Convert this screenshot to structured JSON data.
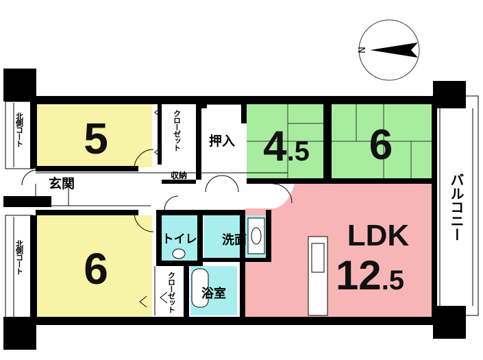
{
  "compass": {
    "north_letter": "N"
  },
  "rooms": {
    "north_room": {
      "size": "5",
      "closet": "クローゼット"
    },
    "south_room": {
      "size": "6",
      "closet": "クローゼット"
    },
    "tatami_small": {
      "size_main": "4",
      "size_frac": ".5"
    },
    "tatami_large": {
      "size": "6"
    },
    "oshiire": "押入",
    "storage": "収納",
    "genkan": "玄関",
    "toilet": "トイレ",
    "washroom": "洗面",
    "bathroom": "浴室",
    "ldk": {
      "name": "LDK",
      "size_main": "12",
      "size_frac": ".5"
    }
  },
  "outdoor": {
    "north_court_top": "北側コート",
    "north_court_bottom": "北側コート",
    "balcony": "バルコニー"
  },
  "colors": {
    "western_room": "#f7f3a7",
    "tatami": "#a8eca0",
    "ldk": "#f8b5b5",
    "wet_area": "#a8eeee",
    "wall": "#000000"
  }
}
